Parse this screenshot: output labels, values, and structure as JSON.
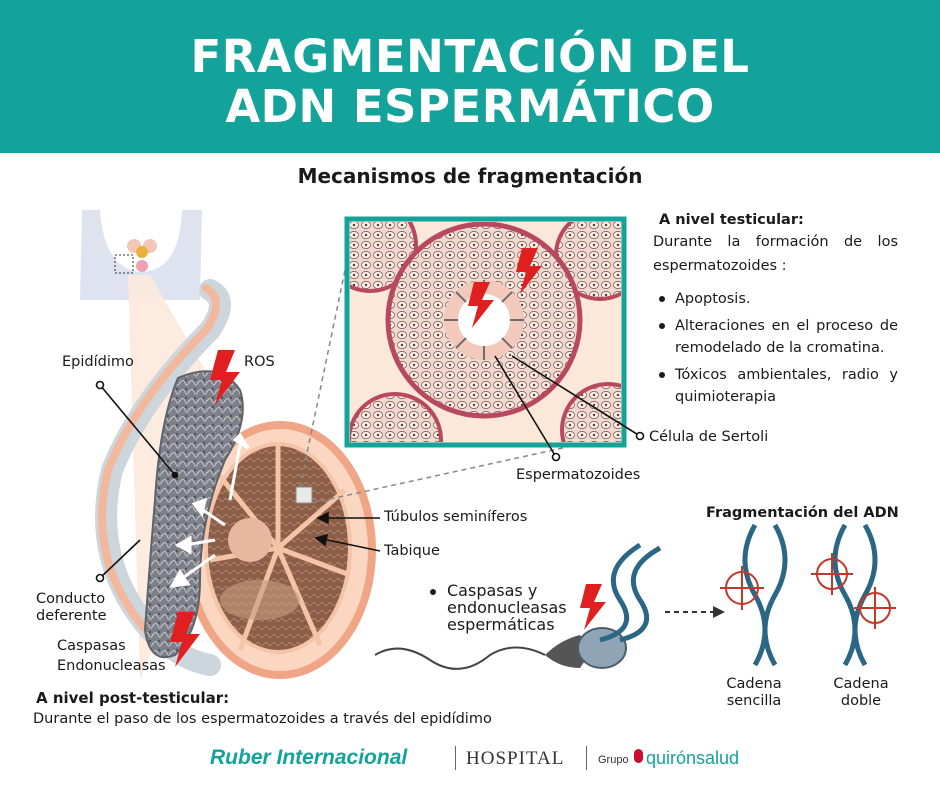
{
  "header": {
    "title_line1": "FRAGMENTACIÓN DEL",
    "title_line2": "ADN ESPERMÁTICO",
    "bg_color": "#13a39b"
  },
  "subtitle": "Mecanismos de fragmentación",
  "testicular": {
    "heading": "A nivel testicular:",
    "intro": "Durante la formación de los espermatozoides :",
    "items": [
      "Apoptosis.",
      "Alteraciones en el proceso de remodelado de la cromatina.",
      "Tóxicos ambientales, radio y quimioterapia"
    ]
  },
  "labels": {
    "epididimo": "Epidídimo",
    "ros": "ROS",
    "sertoli": "Célula de Sertoli",
    "espermatozoides": "Espermatozoides",
    "tubulos": "Túbulos seminíferos",
    "tabique": "Tabique",
    "conducto_line1": "Conducto",
    "conducto_line2": "deferente",
    "caspasas_line1": "Caspasas",
    "caspasas_line2": "Endonucleasas"
  },
  "sperm_bullet": {
    "line1": "Caspasas y",
    "line2": "endonucleasas",
    "line3": "espermáticas"
  },
  "fragmentation": {
    "heading": "Fragmentación del ADN",
    "single_line1": "Cadena",
    "single_line2": "sencilla",
    "double_line1": "Cadena",
    "double_line2": "doble"
  },
  "post_testicular": {
    "heading": "A nivel post-testicular:",
    "text": "Durante el paso de los espermatozoides a través del epidídimo"
  },
  "footer": {
    "brand_ruber": "Ruber Internacional",
    "brand_hospital": "HOSPITAL",
    "brand_grupo": "Grupo",
    "brand_quiron": "quirónsalud"
  },
  "colors": {
    "teal": "#13a39b",
    "dna_blue": "#2b6784",
    "target_red": "#c0392b",
    "bolt_red": "#e02020",
    "skin_peach": "#f6d2bd",
    "tissue_brown": "#8a5a44"
  }
}
